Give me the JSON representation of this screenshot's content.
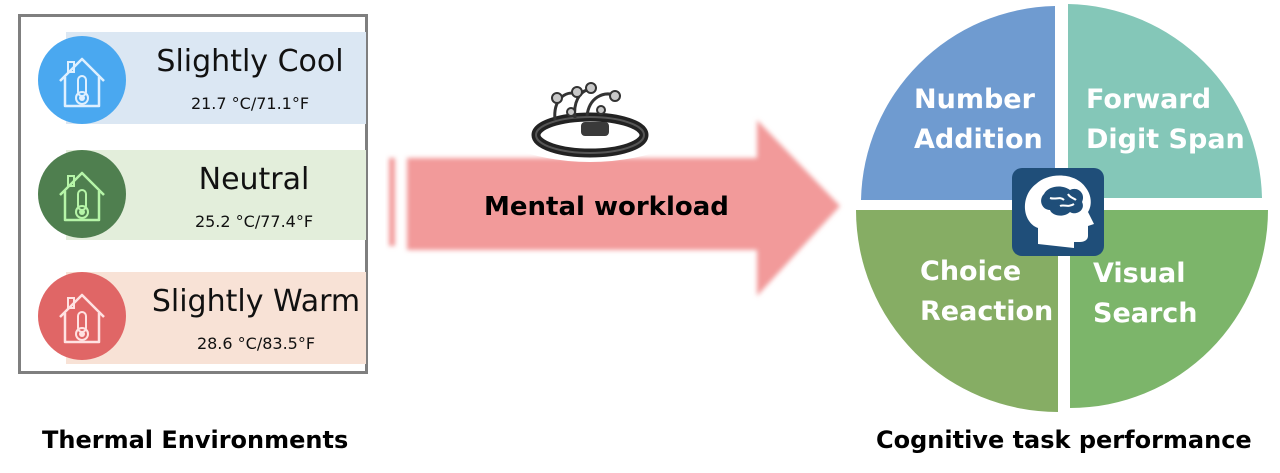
{
  "thermal_environments": {
    "caption": "Thermal Environments",
    "conditions": [
      {
        "name": "Slightly Cool",
        "temperature": "21.7 °C/71.1°F",
        "icon": "house-thermometer-icon",
        "icon_color": "#4aa8f0",
        "band_color": "#dbe7f3"
      },
      {
        "name": "Neutral",
        "temperature": "25.2 °C/77.4°F",
        "icon": "house-thermometer-icon",
        "icon_color": "#4f7f4f",
        "band_color": "#e3eedb"
      },
      {
        "name": "Slightly Warm",
        "temperature": "28.6 °C/83.5°F",
        "icon": "house-thermometer-icon",
        "icon_color": "#e06666",
        "band_color": "#f8e2d6"
      }
    ]
  },
  "arrow": {
    "label": "Mental workload",
    "color": "#f29a9a",
    "device_icon": "eeg-headset-icon"
  },
  "cognitive_tasks": {
    "caption": "Cognitive task performance",
    "center_icon": "brain-head-icon",
    "center_color": "#1f4e79",
    "quadrants": [
      {
        "label_lines": [
          "Number",
          "Addition"
        ],
        "color": "#6f9bd0"
      },
      {
        "label_lines": [
          "Forward",
          "Digit Span"
        ],
        "color": "#84c7b8"
      },
      {
        "label_lines": [
          "Choice",
          "Reaction"
        ],
        "color": "#86ad64"
      },
      {
        "label_lines": [
          "Visual",
          "Search"
        ],
        "color": "#7cb56a"
      }
    ]
  }
}
